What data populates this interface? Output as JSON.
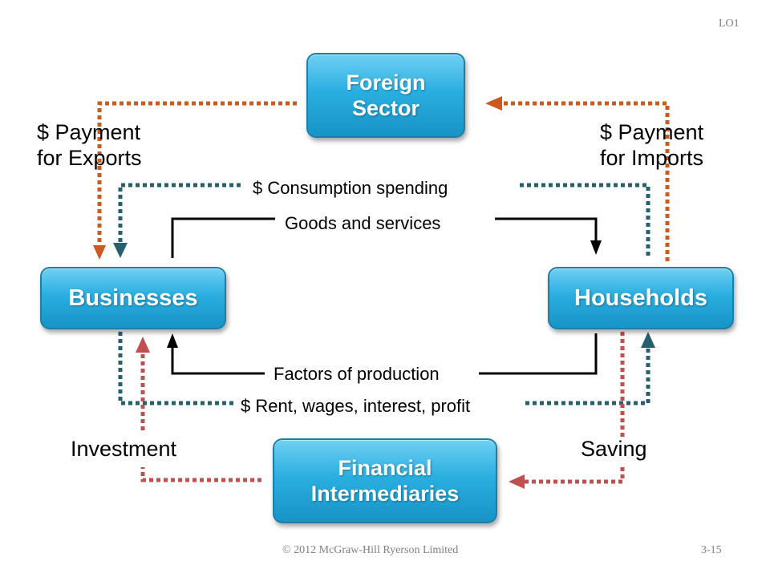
{
  "corner_label": "LO1",
  "nodes": {
    "foreign": "Foreign\nSector",
    "businesses": "Businesses",
    "households": "Households",
    "financial": "Financial\nIntermediaries"
  },
  "flows": {
    "payment_exports": "$ Payment\nfor Exports",
    "payment_imports": "$ Payment\nfor Imports",
    "consumption": "$ Consumption spending",
    "goods_services": "Goods and services",
    "factors": "Factors of production",
    "rent_wages": "$ Rent, wages, interest, profit",
    "investment": "Investment",
    "saving": "Saving"
  },
  "footer": {
    "copyright": "© 2012 McGraw-Hill Ryerson Limited",
    "page": "3-15"
  },
  "colors": {
    "foreign_flow": "#cc5a1e",
    "money_flow": "#265f6e",
    "real_flow": "#000000",
    "financial_flow": "#c0504d",
    "node_fill": "#2aaee0"
  }
}
